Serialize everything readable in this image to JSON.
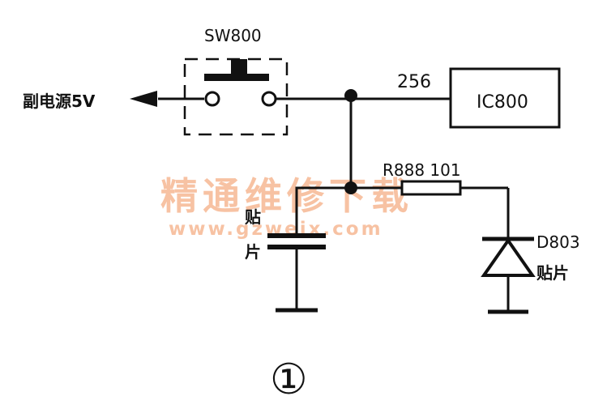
{
  "labels": {
    "switch": "SW800",
    "source": "副电源5V",
    "net": "256",
    "ic": "IC800",
    "resistor": "R888 101",
    "diode": "D803",
    "diode_note": "贴片",
    "cap_note_1": "贴",
    "cap_note_2": "片",
    "figure_number": "①"
  },
  "watermark": {
    "title": "精通维修下载",
    "url": "www.gzweix.com"
  },
  "colors": {
    "ink": "#111111",
    "watermark": "#f6b893"
  }
}
